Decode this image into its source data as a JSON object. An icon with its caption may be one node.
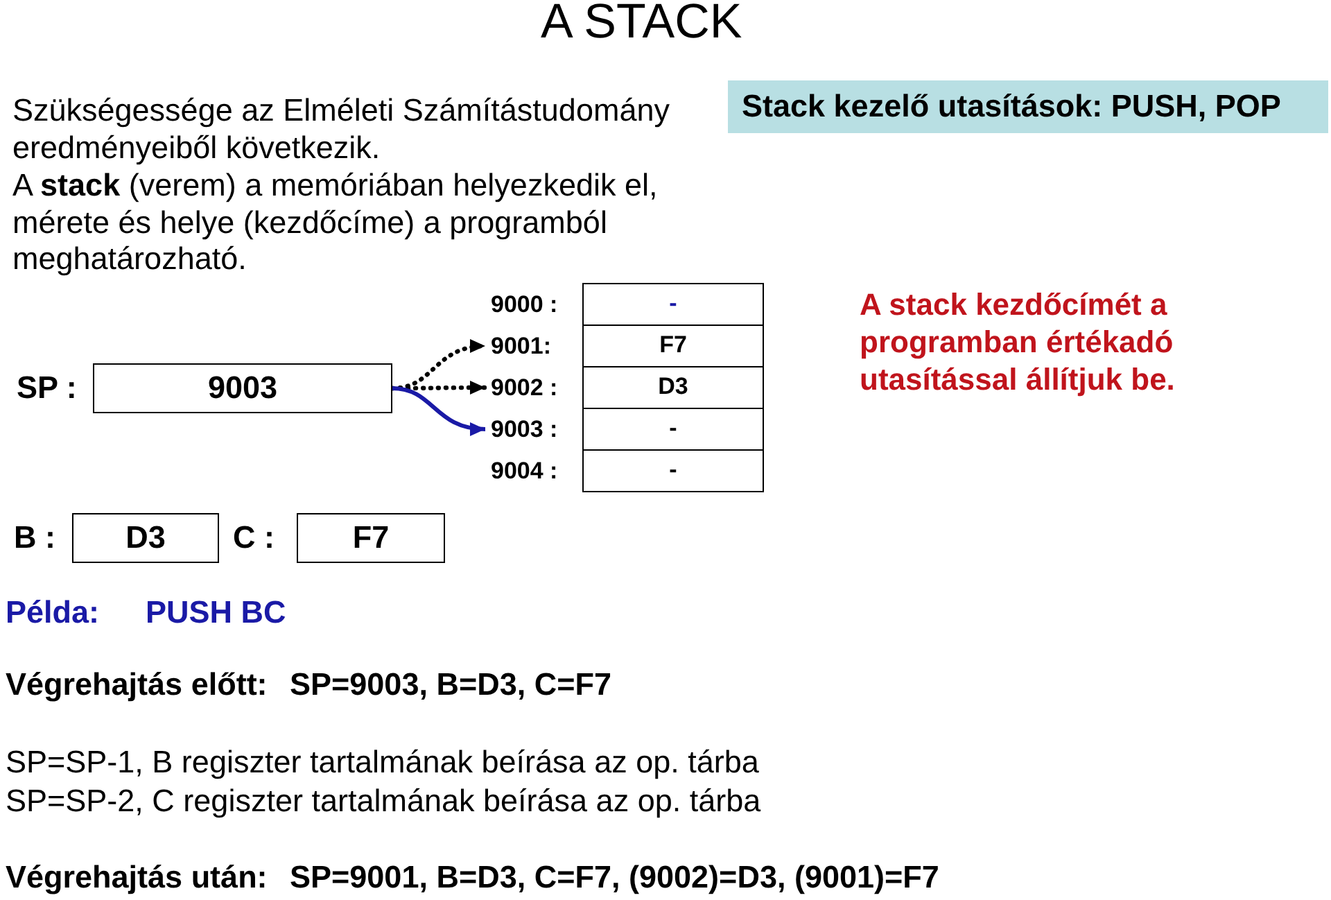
{
  "diagram": {
    "title": "A STACK",
    "nodes": [
      {
        "text": [
          "Stack kezelő utasítások: PUSH, POP"
        ]
      },
      {
        "text": [
          "SP :",
          "9003"
        ]
      },
      {
        "text": [
          "9000 :",
          "-"
        ]
      },
      {
        "text": [
          "9001:",
          "F7"
        ]
      },
      {
        "text": [
          "9002 :",
          "D3"
        ]
      },
      {
        "text": [
          "9003 :",
          "-"
        ]
      },
      {
        "text": [
          "9004 :",
          "-"
        ]
      },
      {
        "text": [
          "B :",
          "D3"
        ]
      },
      {
        "text": [
          "C :",
          "F7"
        ]
      }
    ],
    "edges": [
      {
        "from": 1,
        "to": 3,
        "arrow": "to",
        "style": "dashed"
      },
      {
        "from": 1,
        "to": 4,
        "arrow": "to",
        "style": "dashed"
      },
      {
        "from": 1,
        "to": 5,
        "arrow": "to",
        "color": "#1a1aa6"
      }
    ],
    "labels": [
      "Szükségessége az Elméleti Számítástudomány eredményeiből következik.",
      "A **stack** (verem) a memóriában helyezkedik el, mérete és helye (kezdőcíme) a programból meghatározható.",
      "A stack kezdőcímét a programban értékadó utasítással állítjuk be.",
      "Példa:",
      "PUSH BC",
      "Végrehajtás előtt:",
      "SP=9003, B=D3, C=F7",
      "SP=SP-1, B regiszter tartalmának beírása az op. tárba",
      "SP=SP-2, C regiszter tartalmának beírása az op. tárba",
      "Végrehajtás után:",
      "SP=9001, B=D3, C=F7, (9002)=D3, (9001)=F7"
    ]
  }
}
